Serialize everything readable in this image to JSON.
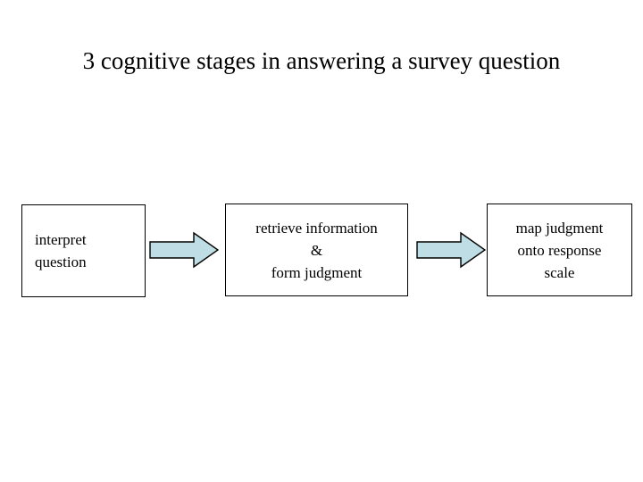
{
  "slide": {
    "title": "3 cognitive stages in answering a survey question",
    "background_color": "#ffffff",
    "text_color": "#000000"
  },
  "diagram": {
    "type": "flow",
    "arrow_fill_color": "#bfdde5",
    "arrow_outline_color": "#000000",
    "box_border_color": "#000000",
    "box_fill_color": "#ffffff",
    "stages": [
      {
        "id": "interpret-question",
        "align": "left",
        "lines": [
          "interpret",
          "question"
        ]
      },
      {
        "id": "retrieve-and-judge",
        "align": "center",
        "lines": [
          "retrieve information",
          "&",
          "form judgment"
        ]
      },
      {
        "id": "map-onto-scale",
        "align": "center",
        "lines": [
          "map judgment",
          "onto response",
          "scale"
        ]
      }
    ],
    "connectors": [
      {
        "id": "arrow-1",
        "from": "interpret-question",
        "to": "retrieve-and-judge",
        "glyph": "right-arrow"
      },
      {
        "id": "arrow-2",
        "from": "retrieve-and-judge",
        "to": "map-onto-scale",
        "glyph": "right-arrow"
      }
    ]
  }
}
